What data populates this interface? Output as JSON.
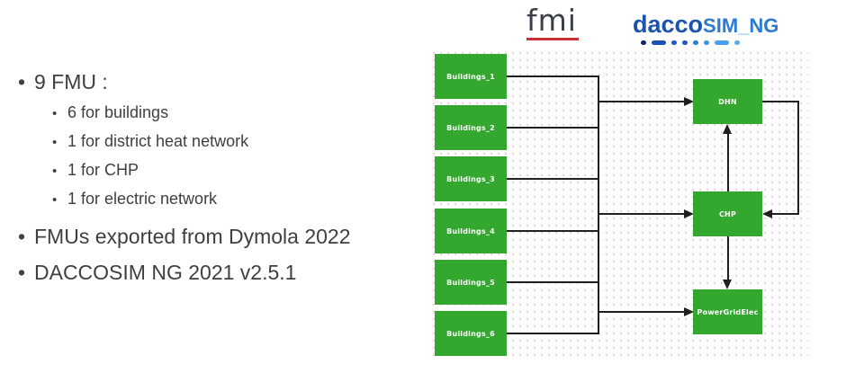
{
  "bullets": [
    {
      "level": 1,
      "text": "9 FMU :"
    },
    {
      "level": 2,
      "text": "6 for buildings"
    },
    {
      "level": 2,
      "text": "1 for district heat network"
    },
    {
      "level": 2,
      "text": "1 for CHP"
    },
    {
      "level": 2,
      "text": "1 for electric network"
    },
    {
      "level": 1,
      "text": "FMUs exported from Dymola 2022"
    },
    {
      "level": 1,
      "text": "DACCOSIM NG 2021 v2.5.1"
    }
  ],
  "logos": {
    "fmi": {
      "text": "fmi",
      "text_color": "#3a3f47",
      "underline_color": "#c82f3d"
    },
    "daccosim": {
      "part1": "dacco",
      "part2": "SIM",
      "separator": "_",
      "part3": "NG",
      "part1_color": "#1b53ae",
      "part2_color": "#2d7ad2",
      "separator_color": "#79b3ea",
      "morse": [
        {
          "shape": "dot",
          "color": "#14246b"
        },
        {
          "shape": "dash",
          "color": "#1b4fb0"
        },
        {
          "shape": "dot",
          "color": "#1e5cc4"
        },
        {
          "shape": "dot",
          "color": "#1e5cc4"
        },
        {
          "shape": "dot",
          "color": "#2e7bd4"
        },
        {
          "shape": "dot",
          "color": "#3f93e0"
        },
        {
          "shape": "dash",
          "color": "#47a0ea"
        },
        {
          "shape": "dot",
          "color": "#58aeee"
        }
      ]
    }
  },
  "diagram": {
    "node_color": "#34a72e",
    "line_color": "#1f1f1f",
    "buildings": [
      {
        "label": "Buildings_1"
      },
      {
        "label": "Buildings_2"
      },
      {
        "label": "Buildings_3"
      },
      {
        "label": "Buildings_4"
      },
      {
        "label": "Buildings_5"
      },
      {
        "label": "Buildings_6"
      }
    ],
    "nodes": [
      {
        "id": "dhn",
        "label": "DHN"
      },
      {
        "id": "chp",
        "label": "CHP"
      },
      {
        "id": "pge",
        "label": "PowerGridElec"
      }
    ]
  }
}
